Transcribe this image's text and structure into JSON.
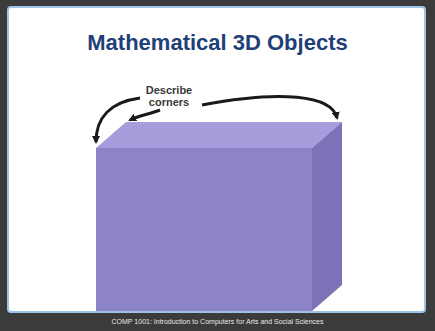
{
  "diagram": {
    "title": "Mathematical 3D Objects",
    "labels": [
      "Describe corners",
      "COMP 1001: Introduction to Computers for Arts and Social Sciences"
    ]
  }
}
